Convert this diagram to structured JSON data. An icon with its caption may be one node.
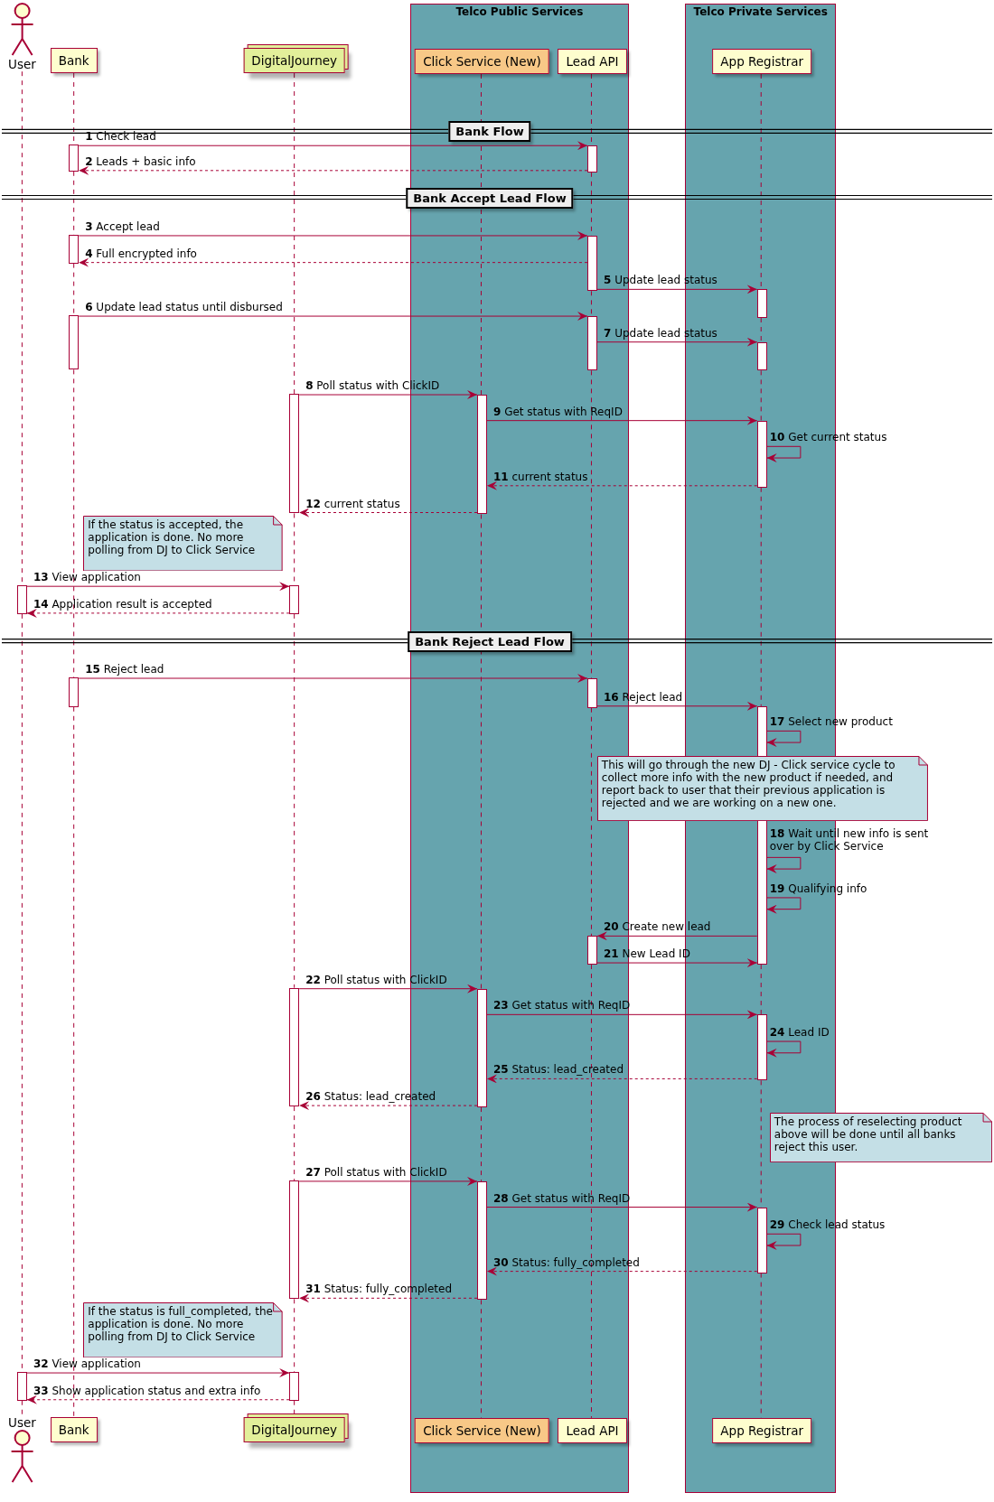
{
  "diagram": {
    "nodes": [
      {
        "text": [
          "Telco Public Services"
        ]
      },
      {
        "text": [
          "Telco Private Services"
        ]
      },
      {
        "text": [
          "User"
        ]
      },
      {
        "text": [
          "Bank"
        ]
      },
      {
        "text": [
          "DigitalJourney"
        ]
      },
      {
        "text": [
          "Click Service (New)"
        ],
        "in": 0
      },
      {
        "text": [
          "Lead API"
        ],
        "in": 0
      },
      {
        "text": [
          "App Registrar"
        ],
        "in": 1
      },
      {
        "text": [
          "User"
        ]
      },
      {
        "text": [
          "Bank"
        ]
      },
      {
        "text": [
          "DigitalJourney"
        ]
      },
      {
        "text": [
          "Click Service (New)"
        ],
        "in": 0
      },
      {
        "text": [
          "Lead API"
        ],
        "in": 0
      },
      {
        "text": [
          "App Registrar"
        ],
        "in": 1
      },
      {
        "text": [
          "If the status is accepted, the application is done. No more polling from DJ to Click Service"
        ]
      },
      {
        "text": [
          "This will go through the new DJ - Click service cycle to collect more info with the new product if needed, and report back to user that their previous application is rejected and we are working on a new one."
        ]
      },
      {
        "text": [
          "The process of reselecting product above will be done until all banks reject this user."
        ]
      },
      {
        "text": [
          "If the status is full_completed, the application is done. No more polling from DJ to Click Service"
        ]
      },
      {
        "text": [],
        "shape": "bar"
      },
      {
        "text": [],
        "shape": "bar",
        "in": 0
      },
      {
        "text": [],
        "shape": "bar"
      },
      {
        "text": [],
        "shape": "bar",
        "in": 0
      },
      {
        "text": [],
        "shape": "bar",
        "in": 1
      },
      {
        "text": [],
        "shape": "bar"
      },
      {
        "text": [],
        "shape": "bar",
        "in": 0
      },
      {
        "text": [],
        "shape": "bar",
        "in": 1
      },
      {
        "text": [],
        "shape": "bar"
      },
      {
        "text": [],
        "shape": "bar",
        "in": 0
      },
      {
        "text": [],
        "shape": "bar",
        "in": 1
      },
      {
        "text": [],
        "shape": "bar"
      },
      {
        "text": [],
        "shape": "bar"
      },
      {
        "text": [],
        "shape": "bar"
      },
      {
        "text": [],
        "shape": "bar",
        "in": 0
      },
      {
        "text": [],
        "shape": "bar",
        "in": 1
      },
      {
        "text": [],
        "shape": "bar",
        "in": 0
      },
      {
        "text": [],
        "shape": "bar"
      },
      {
        "text": [],
        "shape": "bar",
        "in": 0
      },
      {
        "text": [],
        "shape": "bar",
        "in": 1
      },
      {
        "text": [],
        "shape": "bar"
      },
      {
        "text": [],
        "shape": "bar",
        "in": 0
      },
      {
        "text": [],
        "shape": "bar",
        "in": 1
      },
      {
        "text": [],
        "shape": "bar"
      },
      {
        "text": [],
        "shape": "bar"
      }
    ],
    "edges": [
      {
        "from": 2,
        "to": 29,
        "arrow": "none",
        "style": "dashed"
      },
      {
        "from": 29,
        "to": 41,
        "arrow": "none",
        "style": "dashed"
      },
      {
        "from": 41,
        "to": 8,
        "arrow": "none",
        "style": "dashed"
      },
      {
        "from": 3,
        "to": 18,
        "arrow": "none",
        "style": "dashed"
      },
      {
        "from": 18,
        "to": 20,
        "arrow": "none",
        "style": "dashed"
      },
      {
        "from": 20,
        "to": 23,
        "arrow": "none",
        "style": "dashed"
      },
      {
        "from": 23,
        "to": 31,
        "arrow": "none",
        "style": "dashed"
      },
      {
        "from": 31,
        "to": 9,
        "arrow": "none",
        "style": "dashed"
      },
      {
        "from": 4,
        "to": 26,
        "arrow": "none",
        "style": "dashed"
      },
      {
        "from": 26,
        "to": 30,
        "arrow": "none",
        "style": "dashed"
      },
      {
        "from": 30,
        "to": 35,
        "arrow": "none",
        "style": "dashed"
      },
      {
        "from": 35,
        "to": 38,
        "arrow": "none",
        "style": "dashed"
      },
      {
        "from": 38,
        "to": 42,
        "arrow": "none",
        "style": "dashed"
      },
      {
        "from": 42,
        "to": 10,
        "arrow": "none",
        "style": "dashed"
      },
      {
        "from": 5,
        "to": 27,
        "arrow": "none",
        "style": "dashed"
      },
      {
        "from": 27,
        "to": 36,
        "arrow": "none",
        "style": "dashed"
      },
      {
        "from": 36,
        "to": 39,
        "arrow": "none",
        "style": "dashed"
      },
      {
        "from": 39,
        "to": 11,
        "arrow": "none",
        "style": "dashed"
      },
      {
        "from": 6,
        "to": 19,
        "arrow": "none",
        "style": "dashed"
      },
      {
        "from": 19,
        "to": 21,
        "arrow": "none",
        "style": "dashed"
      },
      {
        "from": 21,
        "to": 24,
        "arrow": "none",
        "style": "dashed"
      },
      {
        "from": 24,
        "to": 32,
        "arrow": "none",
        "style": "dashed"
      },
      {
        "from": 32,
        "to": 34,
        "arrow": "none",
        "style": "dashed"
      },
      {
        "from": 34,
        "to": 12,
        "arrow": "none",
        "style": "dashed"
      },
      {
        "from": 7,
        "to": 22,
        "arrow": "none",
        "style": "dashed"
      },
      {
        "from": 22,
        "to": 25,
        "arrow": "none",
        "style": "dashed"
      },
      {
        "from": 25,
        "to": 28,
        "arrow": "none",
        "style": "dashed"
      },
      {
        "from": 28,
        "to": 33,
        "arrow": "none",
        "style": "dashed"
      },
      {
        "from": 33,
        "to": 37,
        "arrow": "none",
        "style": "dashed"
      },
      {
        "from": 37,
        "to": 40,
        "arrow": "none",
        "style": "dashed"
      },
      {
        "from": 40,
        "to": 13,
        "arrow": "none",
        "style": "dashed"
      },
      {
        "from": 18,
        "to": 19,
        "arrow": "to",
        "label": "**1** Check  lead"
      },
      {
        "from": 19,
        "to": 18,
        "arrow": "to",
        "style": "dashed",
        "label": "**2** Leads + basic info"
      },
      {
        "from": 20,
        "to": 21,
        "arrow": "to",
        "label": "**3** Accept lead"
      },
      {
        "from": 21,
        "to": 20,
        "arrow": "to",
        "style": "dashed",
        "label": "**4** Full encrypted info"
      },
      {
        "from": 21,
        "to": 22,
        "arrow": "to",
        "label": "**5** Update lead status"
      },
      {
        "from": 23,
        "to": 24,
        "arrow": "to",
        "label": "**6** Update lead status until disbursed"
      },
      {
        "from": 24,
        "to": 25,
        "arrow": "to",
        "label": "**7** Update lead status"
      },
      {
        "from": 26,
        "to": 27,
        "arrow": "to",
        "label": "**8** Poll status with ClickID"
      },
      {
        "from": 27,
        "to": 28,
        "arrow": "to",
        "label": "**9** Get status with ReqID"
      },
      {
        "from": 28,
        "to": 28,
        "arrow": "to",
        "label": "**10** Get current status"
      },
      {
        "from": 28,
        "to": 27,
        "arrow": "to",
        "style": "dashed",
        "label": "**11** current status"
      },
      {
        "from": 27,
        "to": 26,
        "arrow": "to",
        "style": "dashed",
        "label": "**12** current status"
      },
      {
        "from": 29,
        "to": 30,
        "arrow": "to",
        "label": "**13** View application"
      },
      {
        "from": 30,
        "to": 29,
        "arrow": "to",
        "style": "dashed",
        "label": "**14** Application result is accepted"
      },
      {
        "from": 31,
        "to": 32,
        "arrow": "to",
        "label": "**15** Reject  lead"
      },
      {
        "from": 32,
        "to": 33,
        "arrow": "to",
        "label": "**16** Reject lead"
      },
      {
        "from": 33,
        "to": 33,
        "arrow": "to",
        "label": "**17** Select new product"
      },
      {
        "from": 33,
        "to": 33,
        "arrow": "to",
        "label": "**18** Wait until new info is sent over by Click Service"
      },
      {
        "from": 33,
        "to": 33,
        "arrow": "to",
        "label": "**19** Qualifying info"
      },
      {
        "from": 33,
        "to": 34,
        "arrow": "to",
        "label": "**20** Create new lead"
      },
      {
        "from": 34,
        "to": 33,
        "arrow": "to",
        "label": "**21** New Lead ID"
      },
      {
        "from": 35,
        "to": 36,
        "arrow": "to",
        "label": "**22** Poll status with ClickID"
      },
      {
        "from": 36,
        "to": 37,
        "arrow": "to",
        "label": "**23** Get status with ReqID"
      },
      {
        "from": 37,
        "to": 37,
        "arrow": "to",
        "label": "**24** Lead ID"
      },
      {
        "from": 37,
        "to": 36,
        "arrow": "to",
        "style": "dashed",
        "label": "**25** Status: lead_created"
      },
      {
        "from": 36,
        "to": 35,
        "arrow": "to",
        "style": "dashed",
        "label": "**26** Status: lead_created"
      },
      {
        "from": 38,
        "to": 39,
        "arrow": "to",
        "label": "**27** Poll status with ClickID"
      },
      {
        "from": 39,
        "to": 40,
        "arrow": "to",
        "label": "**28** Get status with ReqID"
      },
      {
        "from": 40,
        "to": 40,
        "arrow": "to",
        "label": "**29** Check lead status"
      },
      {
        "from": 40,
        "to": 39,
        "arrow": "to",
        "style": "dashed",
        "label": "**30** Status: fully_completed"
      },
      {
        "from": 39,
        "to": 38,
        "arrow": "to",
        "style": "dashed",
        "label": "**31** Status: fully_completed"
      },
      {
        "from": 41,
        "to": 42,
        "arrow": "to",
        "label": "**32** View application"
      },
      {
        "from": 42,
        "to": 41,
        "arrow": "to",
        "style": "dashed",
        "label": "**33** Show application status and extra info"
      }
    ],
    "labels": [
      "Bank Flow",
      "Bank Accept Lead Flow",
      "Bank Reject Lead Flow"
    ]
  }
}
